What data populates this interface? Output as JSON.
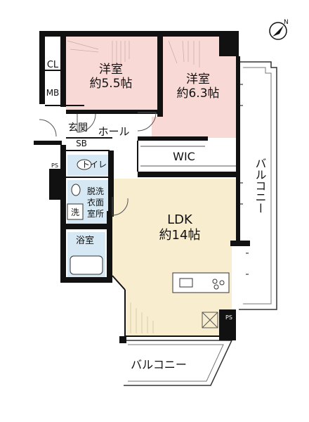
{
  "rooms": {
    "western1": {
      "name": "洋室",
      "size": "約5.5帖"
    },
    "western2": {
      "name": "洋室",
      "size": "約6.3帖"
    },
    "ldk": {
      "name": "LDK",
      "size": "約14帖"
    },
    "wic": "WIC",
    "cl": "CL",
    "mb": "MB",
    "entrance": "玄関",
    "hall": "ホール",
    "sb": "SB",
    "toilet": "トイレ",
    "washroom": [
      "脱洗",
      "衣面",
      "室所"
    ],
    "bath": "浴室",
    "washer": "洗",
    "balcony_right": "バルコニー",
    "balcony_bottom": "バルコニー",
    "ps_left": "PS",
    "ps_right": "PS"
  },
  "colors": {
    "bedroom": "#f8d9d6",
    "ldk": "#f9edcf",
    "wet": "#d6e8f3",
    "wall": "#111111"
  },
  "icons": {
    "compass": "north-compass-icon"
  }
}
